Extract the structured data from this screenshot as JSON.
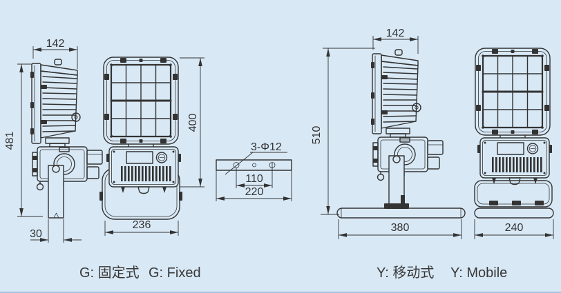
{
  "drawing": {
    "background_color": "#d8e8f5",
    "line_color": "#333333",
    "fixed_variant": {
      "caption_zh": "G: 固定式",
      "caption_en": "G: Fixed",
      "side_view": {
        "head_depth_mm": "142",
        "overall_height_mm": "481",
        "arm_width_mm": "30"
      },
      "front_view": {
        "body_width_mm": "236",
        "body_height_mm": "400"
      },
      "mounting_plate": {
        "holes_label": "3-Φ12",
        "hole_pitch_mm": "110",
        "plate_width_mm": "220"
      }
    },
    "mobile_variant": {
      "caption_zh": "Y: 移动式",
      "caption_en": "Y: Mobile",
      "side_view": {
        "head_depth_mm": "142",
        "overall_height_mm": "510",
        "base_length_mm": "380"
      },
      "front_view": {
        "base_width_mm": "240"
      }
    }
  }
}
